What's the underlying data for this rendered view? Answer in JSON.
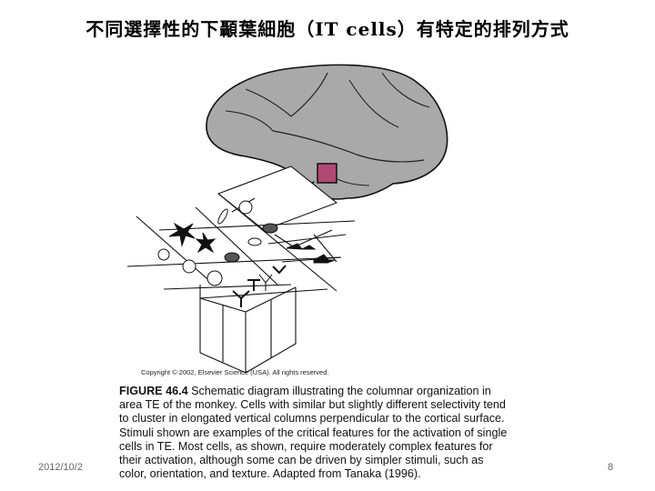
{
  "slide": {
    "title": "不同選擇性的下顳葉細胞（IT cells）有特定的排列方式",
    "date": "2012/10/2",
    "page_number": "8"
  },
  "figure": {
    "copyright": "Copyright © 2002, Elsevier Science (USA). All rights reserved.",
    "caption_label": "FIGURE 46.4",
    "caption_lines": [
      " Schematic diagram illustrating the columnar organization in",
      "area TE of the monkey. Cells with similar but slightly different selectivity tend",
      "to cluster in elongated vertical columns perpendicular to the cortical surface.",
      "Stimuli shown are examples of the critical features for the activation of single",
      "cells in TE. Most cells, as shown, require moderately complex features for",
      "their activation, although some can be driven by simpler stimuli, such as",
      "color, orientation, and texture. Adapted from Tanaka (1996)."
    ],
    "colors": {
      "brain_fill": "#a9a9a9",
      "highlight_square": "#b04a72",
      "ink": "#111111"
    }
  }
}
